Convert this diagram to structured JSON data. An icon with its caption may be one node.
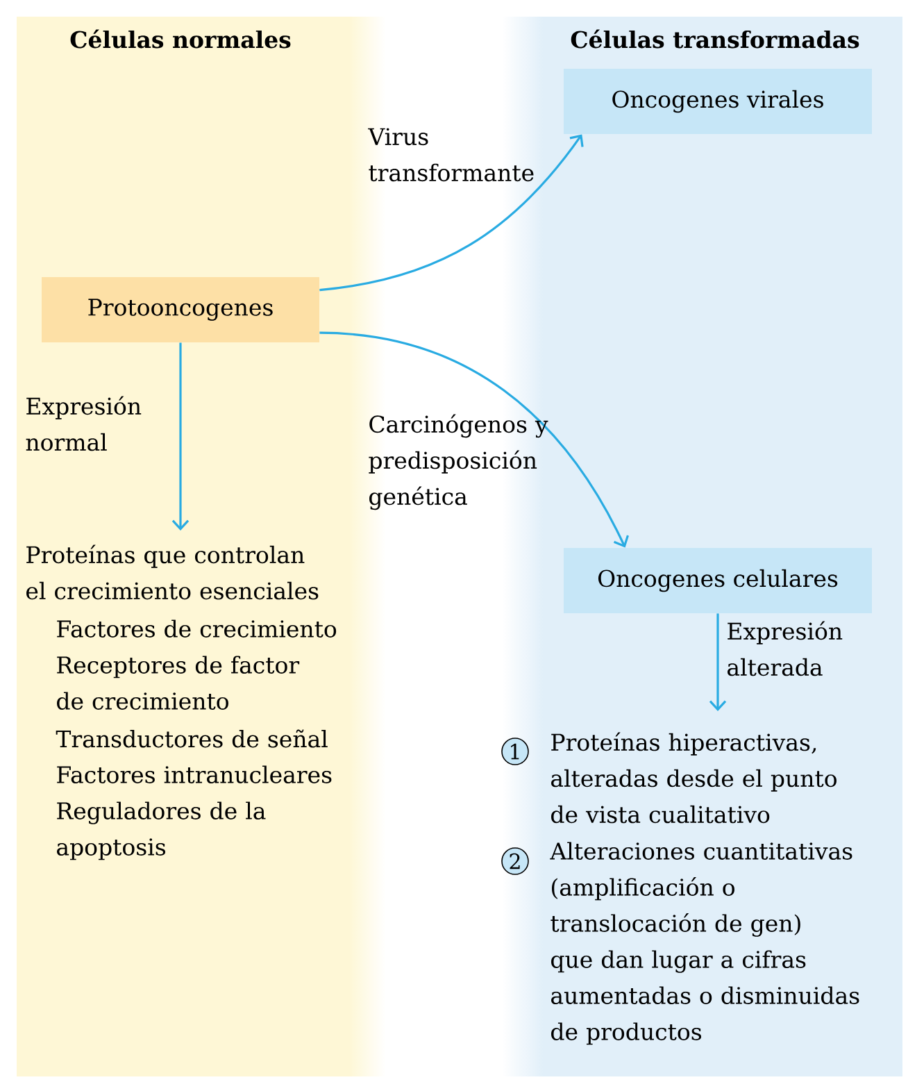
{
  "diagram": {
    "nodes": [
      {
        "text": [
          "Células normales"
        ]
      },
      {
        "text": [
          "Protooncogenes"
        ],
        "in": 0
      },
      {
        "text": [
          "Proteínas que controlan el crecimiento esenciales",
          "Factores de crecimiento",
          "Receptores de factor de crecimiento",
          "Transductores de señal",
          "Factores intranucleares",
          "Reguladores de la apoptosis"
        ],
        "in": 0
      },
      {
        "text": [
          "Células transformadas"
        ]
      },
      {
        "text": [
          "Oncogenes virales"
        ],
        "in": 3
      },
      {
        "text": [
          "Oncogenes celulares"
        ],
        "in": 3
      },
      {
        "text": [
          "1",
          "Proteínas hiperactivas, alteradas desde el punto de vista cualitativo",
          "2",
          "Alteraciones cuantitativas (amplificación o translocación de gen) que dan lugar a cifras aumentadas o disminuidas de productos"
        ],
        "in": 3
      }
    ],
    "edges": [
      {
        "from": 1,
        "to": 4,
        "arrow": "to",
        "label": "Virus transformante"
      },
      {
        "from": 1,
        "to": 5,
        "arrow": "to",
        "label": "Carcinógenos y predisposición genética"
      },
      {
        "from": 1,
        "to": 2,
        "arrow": "to",
        "label": "Expresión normal"
      },
      {
        "from": 5,
        "to": 6,
        "arrow": "to",
        "label": "Expresión alterada"
      }
    ]
  }
}
